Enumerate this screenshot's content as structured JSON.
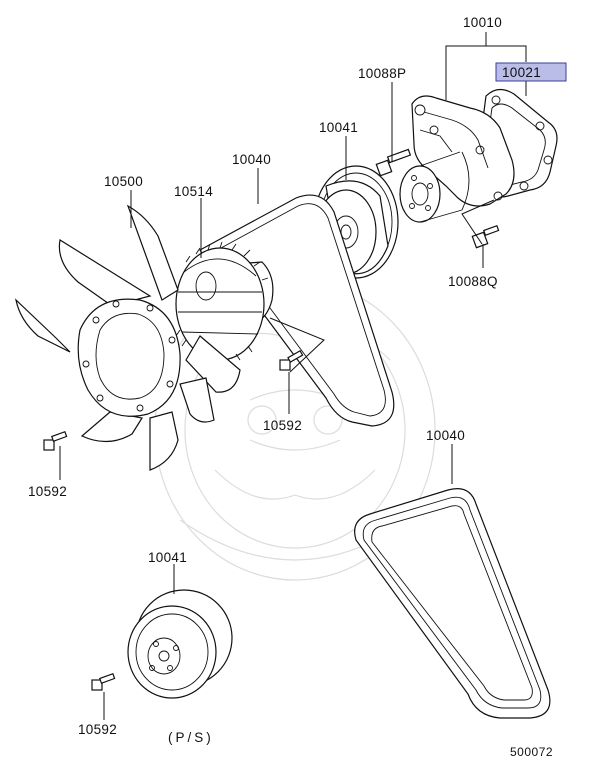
{
  "labels": {
    "water_pump_assembly": "10010",
    "gasket": "10021",
    "pump_bolt_p": "10088P",
    "pump_bolt_q": "10088Q",
    "pulley_upper": "10041",
    "belt_upper": "10040",
    "fan": "10500",
    "fan_clutch": "10514",
    "fan_bolt_left": "10592",
    "fan_bolt_center": "10592",
    "belt_lower": "10040",
    "pulley_lower": "10041",
    "ps_bolt": "10592",
    "ps_note": "(P/S)",
    "diagram_number": "500072"
  },
  "highlight": {
    "part": "gasket",
    "fill": "#b9bde8"
  }
}
